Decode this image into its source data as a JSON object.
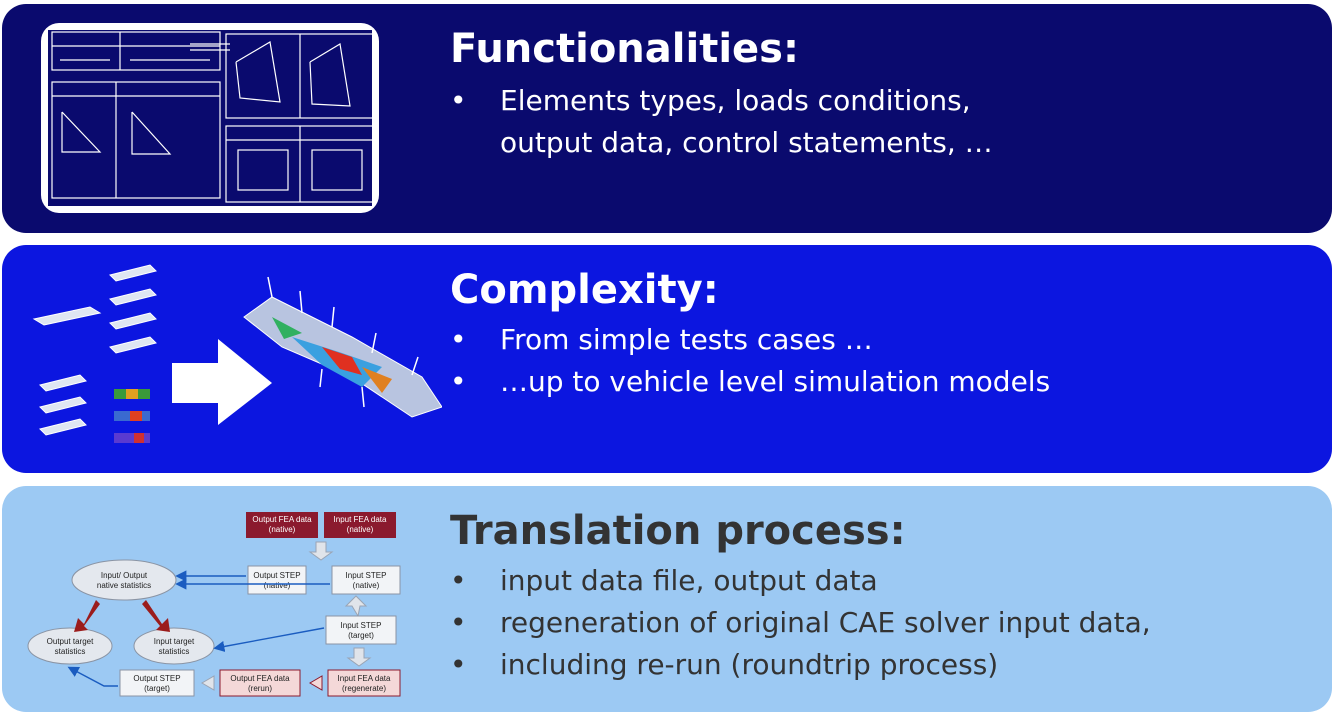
{
  "panels": {
    "functionalities": {
      "title": "Functionalities:",
      "bullets": [
        "Elements types, loads conditions,",
        "output data, control statements, …"
      ]
    },
    "complexity": {
      "title": "Complexity:",
      "bullets": [
        "From simple tests cases …",
        "…up to vehicle level simulation models"
      ]
    },
    "translation": {
      "title": "Translation process:",
      "bullets": [
        "input data file, output data",
        "regeneration of original CAE solver input data,",
        "including re-run (roundtrip process)"
      ]
    }
  },
  "bullet_char": "•",
  "diagram": {
    "output_fea_native": [
      "Output FEA data",
      "(native)"
    ],
    "input_fea_native": [
      "Input FEA data",
      "(native)"
    ],
    "output_step_native": [
      "Output STEP",
      "(native)"
    ],
    "input_step_native": [
      "Input STEP",
      "(native)"
    ],
    "input_step_target": [
      "Input STEP",
      "(target)"
    ],
    "input_fea_regenerate": [
      "Input FEA data",
      "(regenerate)"
    ],
    "output_fea_rerun": [
      "Output FEA data",
      "(rerun)"
    ],
    "output_step_target": [
      "Output STEP",
      "(target)"
    ],
    "native_statistics": [
      "Input/ Output",
      "native statistics"
    ],
    "output_target_statistics": [
      "Output target",
      "statistics"
    ],
    "input_target_statistics": [
      "Input target",
      "statistics"
    ]
  },
  "colors": {
    "panel_dark_navy": "#0a0a6e",
    "panel_blue": "#0c16e0",
    "panel_light_blue": "#9cc9f3",
    "fea_box_red": "#8b1a2e",
    "arrow_red": "#9b1c1c"
  }
}
